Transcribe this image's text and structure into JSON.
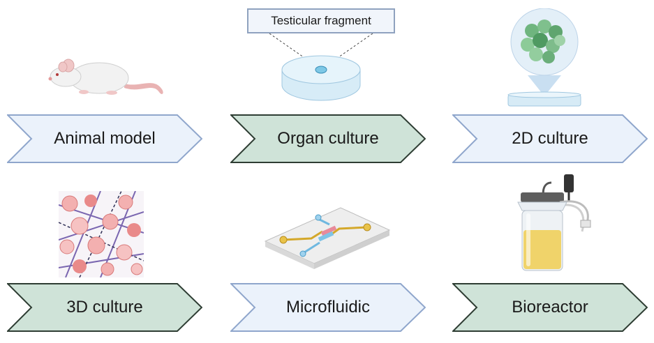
{
  "callout": {
    "label": "Testicular fragment"
  },
  "models": [
    {
      "label": "Animal model",
      "style": "light"
    },
    {
      "label": "Organ culture",
      "style": "green"
    },
    {
      "label": "2D culture",
      "style": "light"
    },
    {
      "label": "3D culture",
      "style": "green"
    },
    {
      "label": "Microfluidic",
      "style": "light"
    },
    {
      "label": "Bioreactor",
      "style": "green"
    }
  ],
  "colors": {
    "light_fill": "#ebf2fb",
    "light_stroke": "#8fa6cc",
    "green_fill": "#cfe3d8",
    "green_stroke": "#2e3d33"
  }
}
